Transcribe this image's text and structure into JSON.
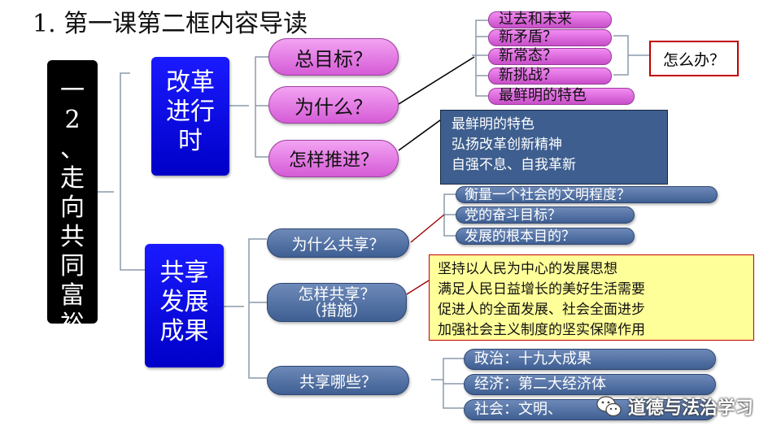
{
  "title": "1. 第一课第二框内容导读",
  "root": [
    "一",
    "2",
    "、",
    "走",
    "向",
    "共",
    "同",
    "富",
    "裕"
  ],
  "branch1": {
    "label": [
      "改革",
      "进行",
      "时"
    ],
    "q1": "总目标？",
    "q2": "为什么？",
    "q3": "怎样推进？",
    "why_items": [
      "过去和未来",
      "新矛盾？",
      "新常态？",
      "新挑战？",
      "最鲜明的特色"
    ],
    "why_answer": "怎么办？",
    "how_items": [
      "最鲜明的特色",
      "弘扬改革创新精神",
      "自强不息、自我革新"
    ]
  },
  "branch2": {
    "label": [
      "共享",
      "发展",
      "成果"
    ],
    "q1": "为什么共享？",
    "q2": [
      "怎样共享？",
      "（措施）"
    ],
    "q3": "共享哪些？",
    "why_items": [
      "衡量一个社会的文明程度？",
      "党的奋斗目标？",
      "发展的根本目的？"
    ],
    "how_items": [
      "坚持以人民为中心的发展思想",
      "满足人民日益增长的美好生活需要",
      "促进人的全面发展、社会全面进步",
      "加强社会主义制度的坚实保障作用"
    ],
    "what_items": [
      "政治：十九大成果",
      "经济：第二大经济体",
      "社会：文明、"
    ]
  },
  "watermark": "道德与法治学习",
  "colors": {
    "root_bg": "#000000",
    "branch_blue": "#0000c8",
    "pink": "#d55bd6",
    "steel_blue": "#4a6aa0",
    "navy_box": "#3d5e8e",
    "yellow_box": "#ffff99",
    "red_border": "#c00000"
  }
}
